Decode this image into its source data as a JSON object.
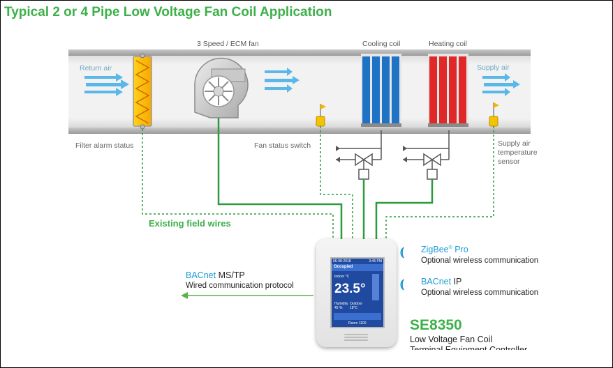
{
  "title": "Typical 2 or 4 Pipe Low Voltage Fan Coil Application",
  "labels": {
    "fan": "3 Speed / ECM fan",
    "cooling_coil": "Cooling coil",
    "heating_coil": "Heating coil",
    "return_air": "Return air",
    "supply_air": "Supply air",
    "filter_alarm": "Filter alarm status",
    "fan_status": "Fan status switch",
    "supply_sensor_1": "Supply air",
    "supply_sensor_2": "temperature",
    "supply_sensor_3": "sensor",
    "existing_wires": "Existing field wires"
  },
  "communication": {
    "zigbee_name": "ZigBee",
    "zigbee_reg": "®",
    "zigbee_suffix": " Pro",
    "zigbee_desc": "Optional wireless communication",
    "bacnet_ip_name": "BACnet",
    "bacnet_ip_suffix": " IP",
    "bacnet_ip_desc": "Optional wireless communication",
    "mstp_name": "BACnet",
    "mstp_suffix": " MS/TP",
    "mstp_desc": "Wired communication protocol"
  },
  "thermostat": {
    "date": "06-08-2018",
    "time": "3:45 PM",
    "mode": "Occupied",
    "indoor_label": "Indoor °C",
    "temperature": "23.5°",
    "humidity_label": "Humidity",
    "humidity_value": "45 %",
    "outdoor_label": "Outdoor",
    "outdoor_value": "18°C",
    "footer": "Room 1100"
  },
  "product": {
    "model": "SE8350",
    "description": "Low Voltage Fan Coil",
    "description_line2": "Terminal Equipment Controller"
  },
  "colors": {
    "title_green": "#3db04a",
    "wire_green": "#2e9a3e",
    "cooling_blue": "#1f73c4",
    "heating_red": "#e02828",
    "comm_blue": "#1a9ad6",
    "duct_gray": "#e6e6e6"
  }
}
